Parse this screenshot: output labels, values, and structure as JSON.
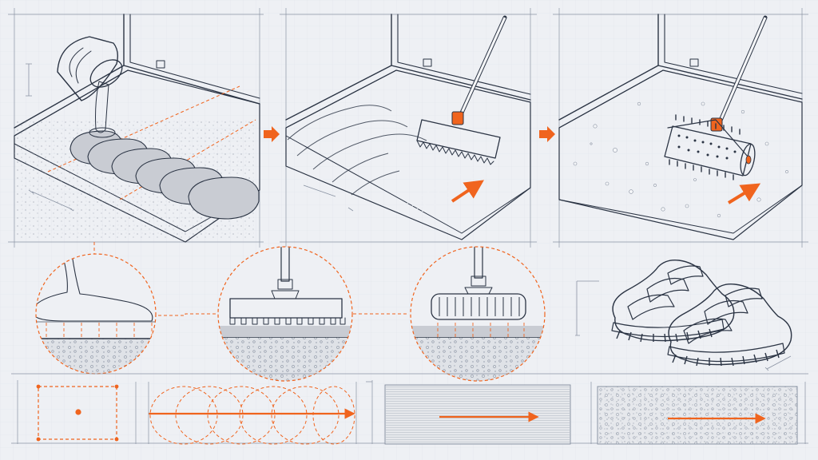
{
  "diagram": {
    "accent_color": "#f0641e",
    "line_color": "#2b3444",
    "background_color": "#eef0f4",
    "panels": [
      {
        "id": "pour",
        "icon": "paint-bucket-icon"
      },
      {
        "id": "spread",
        "icon": "squeegee-rake-icon"
      },
      {
        "id": "roll",
        "icon": "spiked-roller-icon"
      }
    ],
    "details": [
      {
        "id": "pour-detail",
        "icon": "pour-cross-section-icon"
      },
      {
        "id": "squeegee-detail",
        "icon": "squeegee-cross-section-icon"
      },
      {
        "id": "roller-detail",
        "icon": "roller-cross-section-icon"
      },
      {
        "id": "shoes",
        "icon": "spiked-shoes-icon"
      }
    ],
    "patterns": [
      {
        "id": "grid-square",
        "icon": "square-pattern-icon"
      },
      {
        "id": "overlap-circles",
        "icon": "overlap-circles-icon"
      },
      {
        "id": "smooth-texture",
        "icon": "smooth-texture-icon"
      },
      {
        "id": "speckled-texture",
        "icon": "speckled-texture-icon"
      }
    ]
  }
}
